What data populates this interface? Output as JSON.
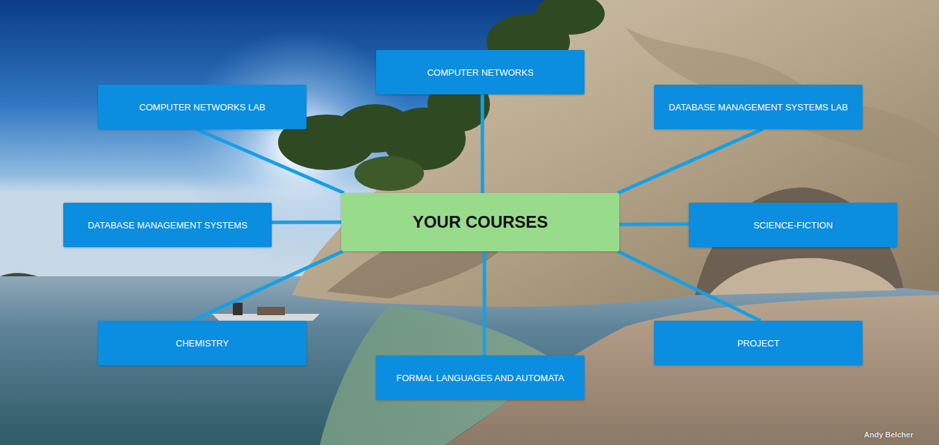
{
  "diagram": {
    "nodes": [
      {
        "text": [
          "COMPUTER NETWORKS"
        ]
      },
      {
        "text": [
          "COMPUTER NETWORKS LAB"
        ]
      },
      {
        "text": [
          "DATABASE MANAGEMENT SYSTEMS LAB"
        ]
      },
      {
        "text": [
          "DATABASE MANAGEMENT SYSTEMS"
        ]
      },
      {
        "text": [
          "YOUR COURSES"
        ]
      },
      {
        "text": [
          "SCIENCE-FICTION"
        ]
      },
      {
        "text": [
          "CHEMISTRY"
        ]
      },
      {
        "text": [
          "PROJECT"
        ]
      },
      {
        "text": [
          "FORMAL LANGUAGES AND AUTOMATA"
        ]
      }
    ],
    "edges": [
      {
        "from": 4,
        "to": 0,
        "arrow": "none"
      },
      {
        "from": 4,
        "to": 1,
        "arrow": "none"
      },
      {
        "from": 4,
        "to": 2,
        "arrow": "none"
      },
      {
        "from": 4,
        "to": 3,
        "arrow": "none"
      },
      {
        "from": 4,
        "to": 5,
        "arrow": "none"
      },
      {
        "from": 4,
        "to": 6,
        "arrow": "none"
      },
      {
        "from": 4,
        "to": 7,
        "arrow": "none"
      },
      {
        "from": 4,
        "to": 8,
        "arrow": "none"
      }
    ],
    "labels": [
      "Andy Belcher"
    ]
  }
}
